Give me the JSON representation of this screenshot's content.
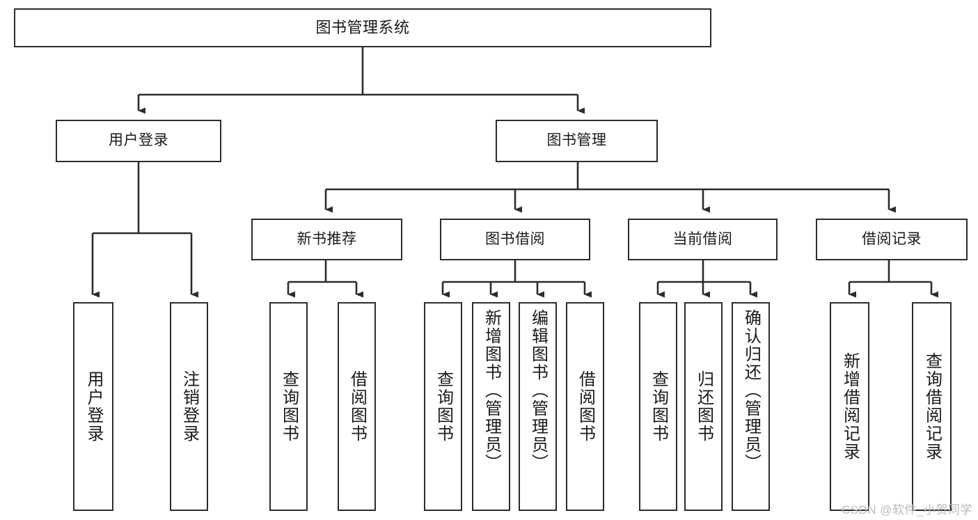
{
  "diagram": {
    "title": "图书管理系统",
    "watermark": "CSDN @软件_小贺同学",
    "type": "hierarchy-tree",
    "level1": [
      {
        "id": "user-login",
        "label": "用户登录"
      },
      {
        "id": "book-manage",
        "label": "图书管理"
      }
    ],
    "level2": [
      {
        "id": "new-book-recommend",
        "label": "新书推荐",
        "parent": "book-manage"
      },
      {
        "id": "book-borrow",
        "label": "图书借阅",
        "parent": "book-manage"
      },
      {
        "id": "current-borrow",
        "label": "当前借阅",
        "parent": "book-manage"
      },
      {
        "id": "borrow-record",
        "label": "借阅记录",
        "parent": "book-manage"
      }
    ],
    "leaves": [
      {
        "id": "leaf-user-login",
        "label": "用户登录",
        "parent": "user-login"
      },
      {
        "id": "leaf-logout",
        "label": "注销登录",
        "parent": "user-login"
      },
      {
        "id": "leaf-query-book-1",
        "label": "查询图书",
        "parent": "new-book-recommend"
      },
      {
        "id": "leaf-borrow-book-1",
        "label": "借阅图书",
        "parent": "new-book-recommend"
      },
      {
        "id": "leaf-query-book-2",
        "label": "查询图书",
        "parent": "book-borrow"
      },
      {
        "id": "leaf-add-book",
        "label": "新增图书（管理员）",
        "parent": "book-borrow"
      },
      {
        "id": "leaf-edit-book",
        "label": "编辑图书（管理员）",
        "parent": "book-borrow"
      },
      {
        "id": "leaf-borrow-book-2",
        "label": "借阅图书",
        "parent": "book-borrow"
      },
      {
        "id": "leaf-query-book-3",
        "label": "查询图书",
        "parent": "current-borrow"
      },
      {
        "id": "leaf-return-book",
        "label": "归还图书",
        "parent": "current-borrow"
      },
      {
        "id": "leaf-confirm-return",
        "label": "确认归还（管理员）",
        "parent": "current-borrow"
      },
      {
        "id": "leaf-add-record",
        "label": "新增借阅记录",
        "parent": "borrow-record"
      },
      {
        "id": "leaf-query-record",
        "label": "查询借阅记录",
        "parent": "borrow-record"
      }
    ],
    "colors": {
      "stroke": "#2b2b2b",
      "fill": "#ffffff",
      "text": "#1a1a1a",
      "watermark": "#b9b9b9"
    }
  }
}
